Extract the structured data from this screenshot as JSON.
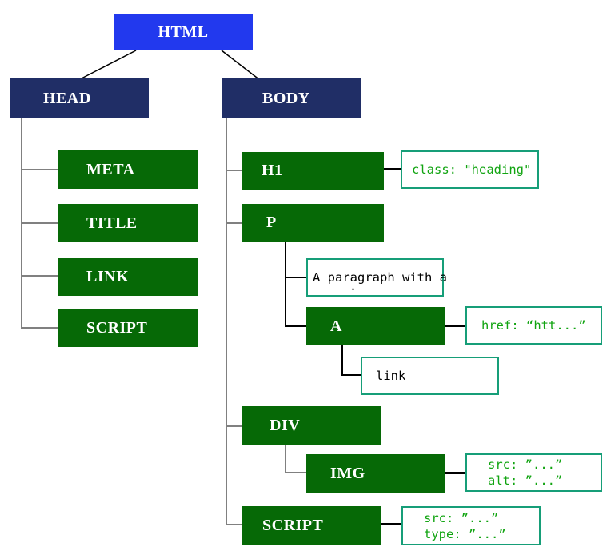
{
  "colors": {
    "root_blue": "#2239ee",
    "branch_navy": "#202e66",
    "element_green": "#066906",
    "annotation_border_teal": "#169e78",
    "annotation_text_green": "#11a411",
    "connector_gray": "#808080",
    "connector_black": "#000000"
  },
  "tree": {
    "root": {
      "label": "HTML"
    },
    "head": {
      "label": "HEAD",
      "children": [
        {
          "label": "META"
        },
        {
          "label": "TITLE"
        },
        {
          "label": "LINK"
        },
        {
          "label": "SCRIPT"
        }
      ]
    },
    "body": {
      "label": "BODY"
    },
    "body_children": {
      "h1": {
        "label": "H1",
        "annotation": "class: \"heading\""
      },
      "p": {
        "label": "P",
        "text_child": "A paragraph with a",
        "text_child_line2": "."
      },
      "a": {
        "label": "A",
        "annotation": "href: “htt...”",
        "text_child": "link"
      },
      "div": {
        "label": "DIV"
      },
      "img": {
        "label": "IMG",
        "annotation_line1": "src: ”...”",
        "annotation_line2": "alt: ”...”"
      },
      "script": {
        "label": "SCRIPT",
        "annotation_line1": "src: ”...”",
        "annotation_line2": "type: ”...”"
      }
    }
  }
}
